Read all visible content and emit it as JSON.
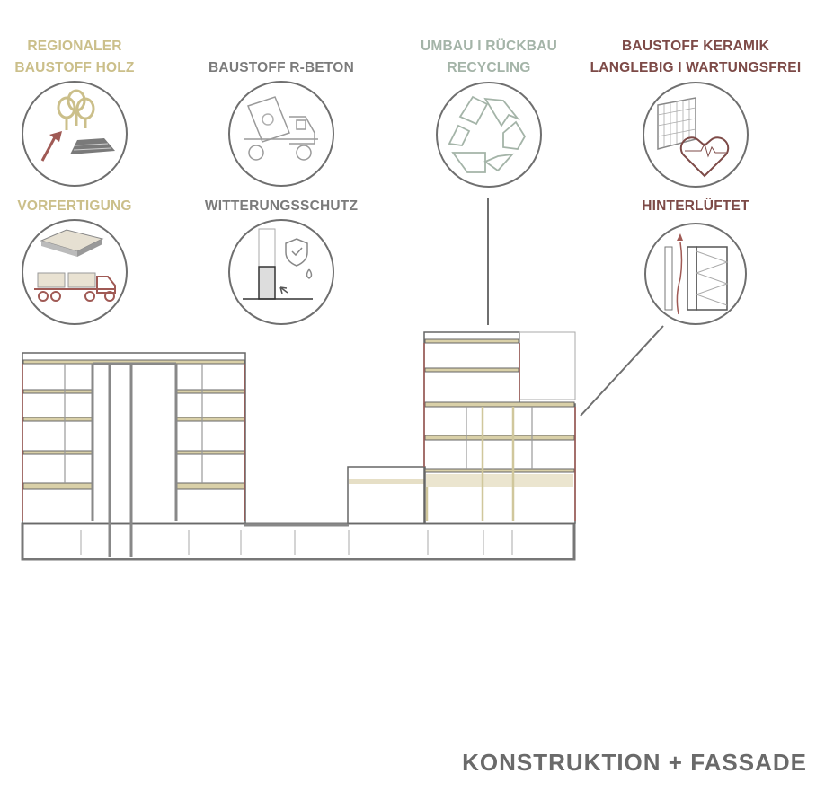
{
  "labels": {
    "holz": [
      "REGIONALER",
      "BAUSTOFF  HOLZ"
    ],
    "beton": "BAUSTOFF  R-BETON",
    "recycling": [
      "UMBAU  I  RÜCKBAU",
      "RECYCLING"
    ],
    "keramik": [
      "BAUSTOFF  KERAMIK",
      "LANGLEBIG  I  WARTUNGSFREI"
    ],
    "vorfertigung": "VORFERTIGUNG",
    "witterung": "WITTERUNGSSCHUTZ",
    "hinterlueftet": "HINTERLÜFTET"
  },
  "title": "KONSTRUKTION  +  FASSADE",
  "colors": {
    "wood": "#cbbf8a",
    "gray": "#7b7b7b",
    "green": "#a4b4a8",
    "red": "#7d4a47",
    "line": "#6f6f6f"
  }
}
